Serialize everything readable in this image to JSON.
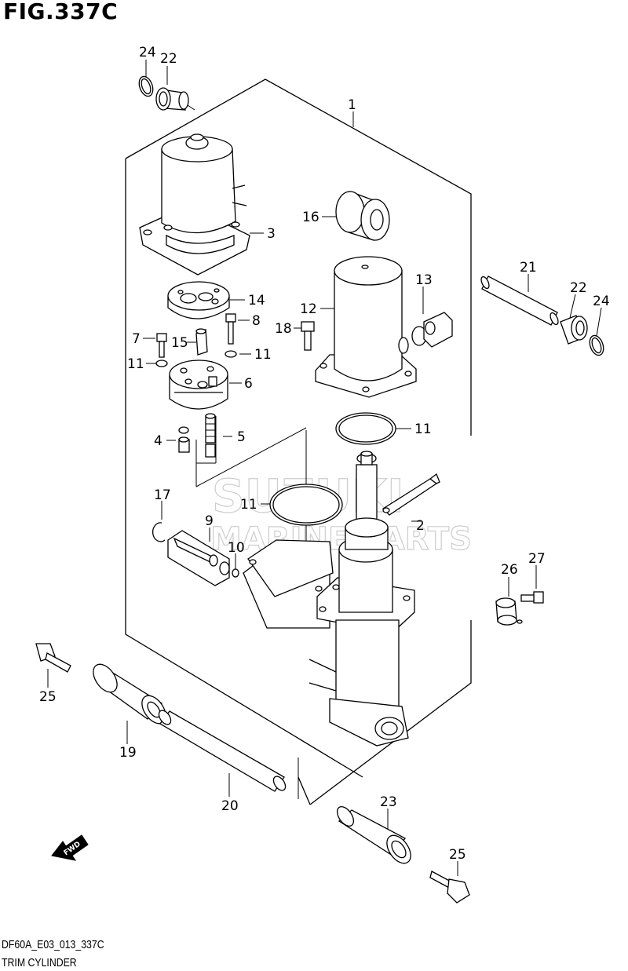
{
  "figure": {
    "title": "FIG.337C",
    "code": "DF60A_E03_013_337C",
    "name": "TRIM CYLINDER"
  },
  "watermark": {
    "line1": "SUZUKI",
    "line2": "MARINE PARTS"
  },
  "direction_label": "FWD",
  "callouts": {
    "c1": "1",
    "c2": "2",
    "c3": "3",
    "c4": "4",
    "c5": "5",
    "c6": "6",
    "c7": "7",
    "c8": "8",
    "c9": "9",
    "c10": "10",
    "c11a": "11",
    "c11b": "11",
    "c11c": "11",
    "c11d": "11",
    "c12": "12",
    "c13": "13",
    "c14": "14",
    "c15": "15",
    "c16": "16",
    "c17": "17",
    "c18": "18",
    "c19": "19",
    "c20": "20",
    "c21": "21",
    "c22a": "22",
    "c22b": "22",
    "c23": "23",
    "c24a": "24",
    "c24b": "24",
    "c25a": "25",
    "c25b": "25",
    "c26": "26",
    "c27": "27"
  }
}
